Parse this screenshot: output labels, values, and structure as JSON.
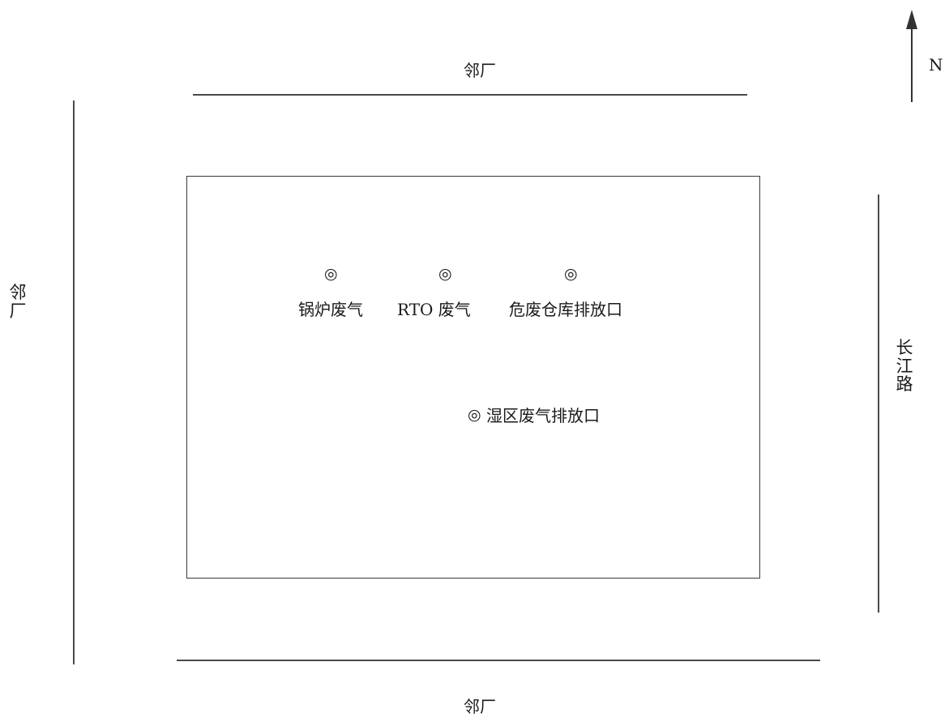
{
  "map": {
    "north_label": "N",
    "neighbors": {
      "north": "邻厂",
      "south": "邻厂",
      "west": "邻厂"
    },
    "road_east": "长江路",
    "marker_symbol": "◎",
    "outlets": [
      {
        "label": "锅炉废气"
      },
      {
        "label": "RTO 废气"
      },
      {
        "label": "危废仓库排放口"
      },
      {
        "label": "湿区废气排放口"
      }
    ]
  }
}
